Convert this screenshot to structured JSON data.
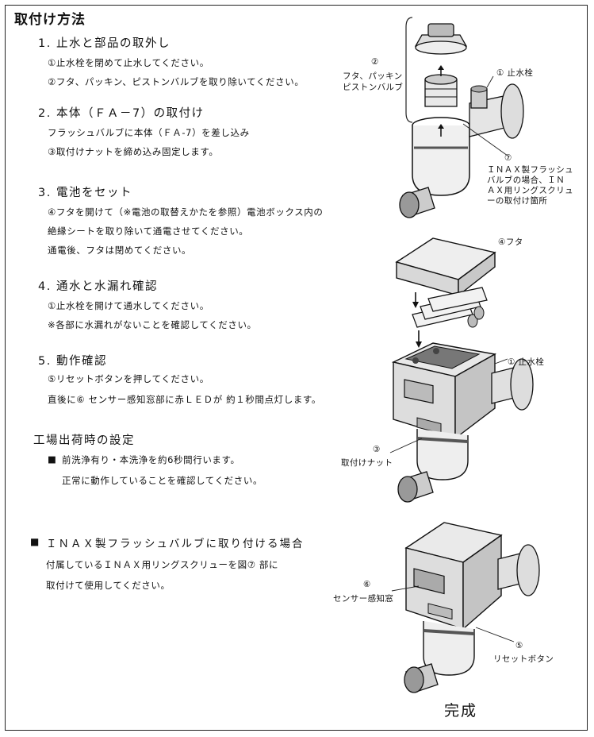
{
  "title": "取付け方法",
  "sections": [
    {
      "heading": "1. 止水と部品の取外し",
      "lines": [
        "①止水栓を閉めて止水してください。",
        "②フタ、パッキン、ピストンバルブを取り除いてください。"
      ]
    },
    {
      "heading": "2. 本体（ＦＡ－7）の取付け",
      "lines": [
        "フラッシュバルブに本体（ＦＡ-7）を差し込み",
        "③取付けナットを締め込み固定します。"
      ]
    },
    {
      "heading": "3. 電池をセット",
      "lines": [
        "④フタを開けて（※電池の取替えかたを参照）電池ボックス内の",
        "絶縁シートを取り除いて通電させてください。",
        "通電後、フタは閉めてください。"
      ]
    },
    {
      "heading": "4. 通水と水漏れ確認",
      "lines": [
        "①止水栓を開けて通水してください。",
        "※各部に水漏れがないことを確認してください。"
      ]
    },
    {
      "heading": "5. 動作確認",
      "lines": [
        "⑤リセットボタンを押してください。",
        "直後に⑥ センサー感知窓部に赤ＬＥＤが 約１秒間点灯します。"
      ]
    }
  ],
  "factory": {
    "heading": "工場出荷時の設定",
    "bullet": "■",
    "lines": [
      "前洗浄有り・本洗浄を約6秒間行います。",
      "正常に動作していることを確認してください。"
    ]
  },
  "inax": {
    "bullet": "■",
    "heading": "ＩＮＡＸ製フラッシュバルブに取り付ける場合",
    "lines": [
      "付属しているＩＮＡＸ用リングスクリューを図⑦ 部に",
      "取付けて使用してください。"
    ]
  },
  "figure_labels": {
    "f1_num2": "②",
    "f1_parts": [
      "フタ、パッキン",
      "ピストンバルブ"
    ],
    "f1_stopcock": "① 止水栓",
    "f1_num7": "⑦",
    "f1_inax": [
      "ＩＮＡＸ製フラッシュ",
      "バルブの場合、ＩＮ",
      "ＡＸ用リングスクリュ",
      "ーの取付け箇所"
    ],
    "f2_lid": "④フタ",
    "f2_stopcock": "① 止水栓",
    "f2_num3": "③",
    "f2_nut": "取付けナット",
    "f3_num6": "⑥",
    "f3_sensor": "センサー感知窓",
    "f3_num5": "⑤",
    "f3_reset": "リセットボタン"
  },
  "done": "完成"
}
